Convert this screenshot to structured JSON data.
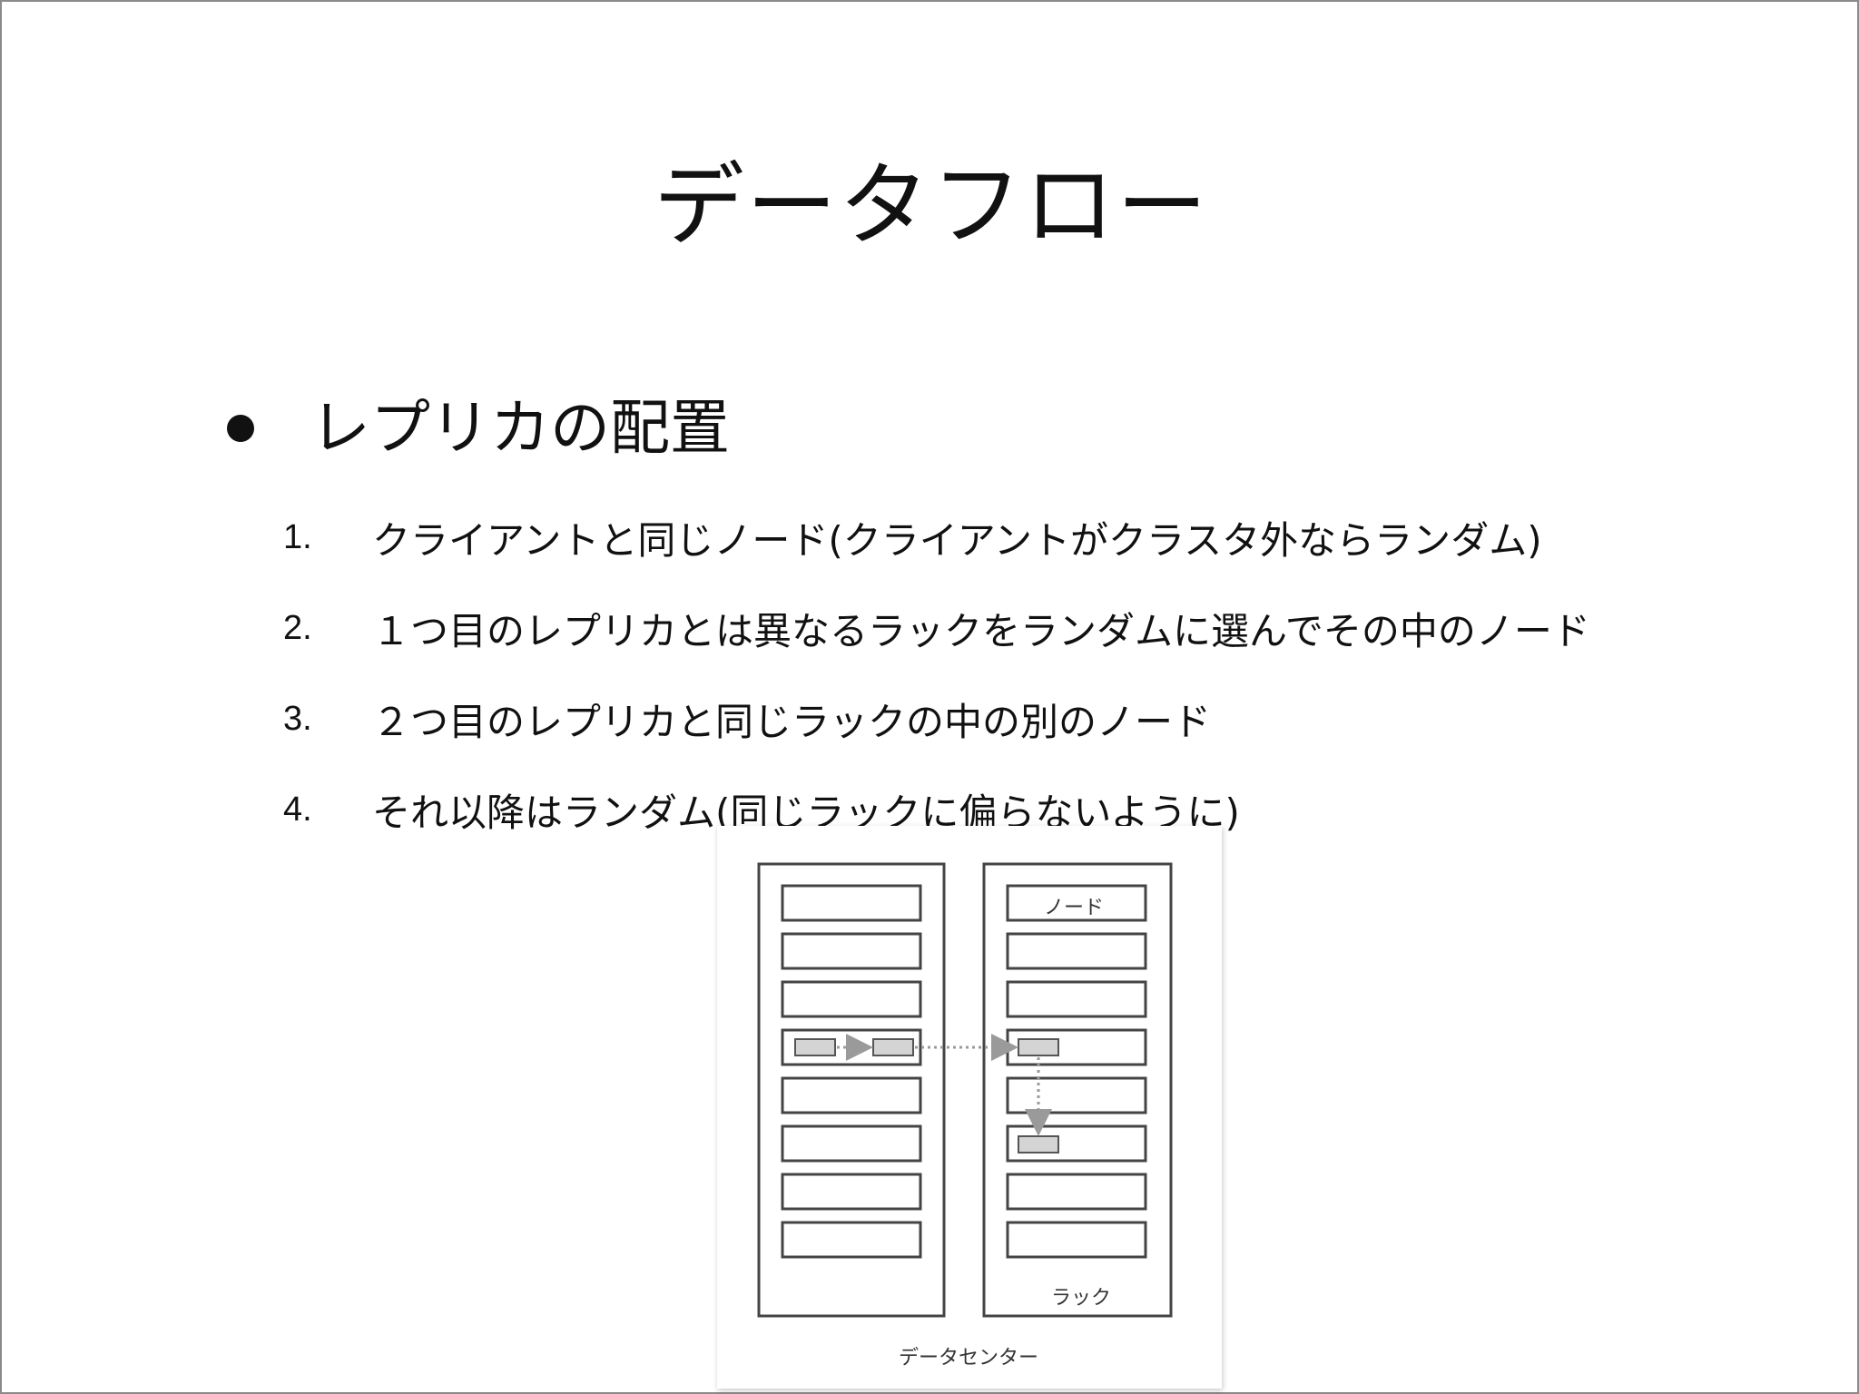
{
  "slide": {
    "title": "データフロー",
    "bullet": "レプリカの配置",
    "steps": [
      {
        "num": "1.",
        "text": "クライアントと同じノード(クライアントがクラスタ外ならランダム)"
      },
      {
        "num": "2.",
        "text": "１つ目のレプリカとは異なるラックをランダムに選んでその中のノード"
      },
      {
        "num": "3.",
        "text": "２つ目のレプリカと同じラックの中の別のノード"
      },
      {
        "num": "4.",
        "text": "それ以降はランダム(同じラックに偏らないように)"
      }
    ]
  },
  "figure": {
    "node_label": "ノード",
    "rack_label": "ラック",
    "datacenter_label": "データセンター",
    "nodes_per_rack": 8,
    "racks": 2
  },
  "colors": {
    "text": "#111111",
    "frame": "#8a8a8a",
    "replica_fill": "#d4d4d4",
    "arrow": "#9a9a9a"
  }
}
